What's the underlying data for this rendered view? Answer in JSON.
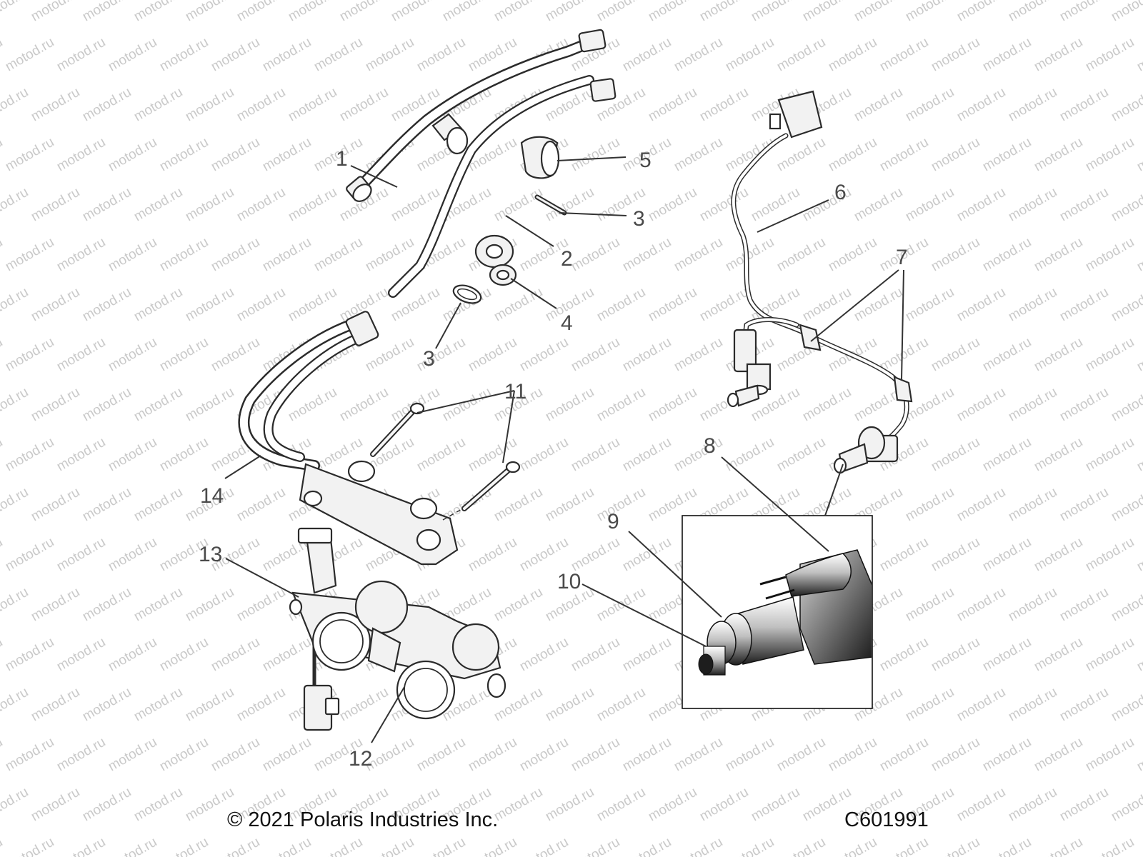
{
  "watermark": {
    "text": "motod.ru"
  },
  "callouts": [
    {
      "id": "1",
      "text": "1"
    },
    {
      "id": "2",
      "text": "2"
    },
    {
      "id": "3a",
      "text": "3"
    },
    {
      "id": "3b",
      "text": "3"
    },
    {
      "id": "4",
      "text": "4"
    },
    {
      "id": "5",
      "text": "5"
    },
    {
      "id": "6",
      "text": "6"
    },
    {
      "id": "7",
      "text": "7"
    },
    {
      "id": "8",
      "text": "8"
    },
    {
      "id": "9",
      "text": "9"
    },
    {
      "id": "10",
      "text": "10"
    },
    {
      "id": "11",
      "text": "11"
    },
    {
      "id": "12",
      "text": "12"
    },
    {
      "id": "13",
      "text": "13"
    },
    {
      "id": "14",
      "text": "14"
    }
  ],
  "footer": {
    "copyright": "© 2021 Polaris Industries Inc.",
    "code": "C601991"
  }
}
